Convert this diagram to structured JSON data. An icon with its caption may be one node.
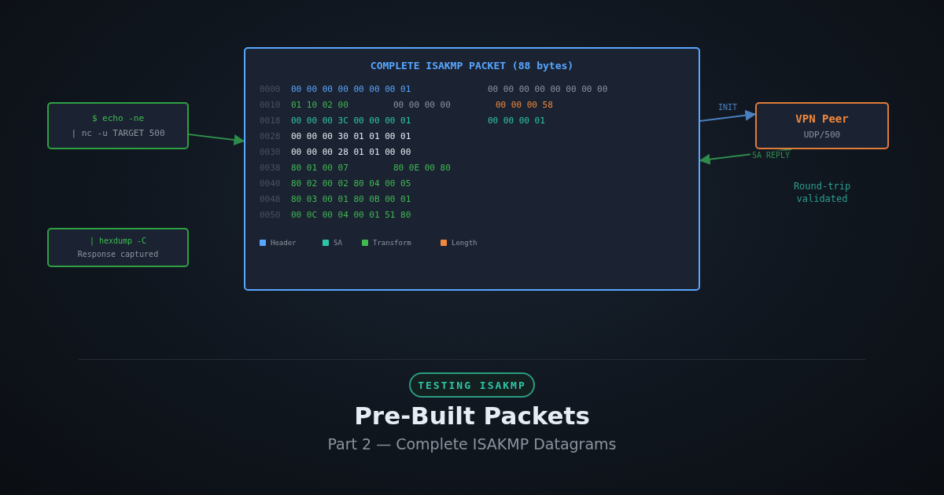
{
  "diagram": {
    "title": "Pre-Built Packets",
    "caption": "Part 2 — Complete ISAKMP Datagrams",
    "nodes": [
      {
        "text": [
          "$ echo -ne",
          "| nc -u TARGET 500"
        ]
      },
      {
        "text": [
          "| hexdump -C",
          "Response captured"
        ]
      },
      {
        "text": [
          "COMPLETE ISAKMP PACKET (88 bytes)"
        ]
      },
      {
        "text": [
          "VPN Peer",
          "UDP/500"
        ]
      },
      {
        "text": [
          "TESTING ISAKMP"
        ]
      }
    ],
    "edges": [
      {
        "from": 0,
        "to": 2,
        "arrow": "to",
        "color": "#2e8b4a"
      },
      {
        "from": 2,
        "to": 3,
        "arrow": "to",
        "label": "INIT",
        "color": "#4a7fc0"
      },
      {
        "from": 3,
        "to": 2,
        "arrow": "to",
        "label": "SA REPLY",
        "color": "#2e8b4a"
      }
    ],
    "labels": [
      "0000",
      "00 00 00 00 00 00 00 01",
      "00 00 00 00 00 00 00 00",
      "0010",
      "01 10 02 00",
      "00 00 00 00",
      "00 00 00 58",
      "0018",
      "00 00 00 3C 00 00 00 01",
      "00 00 00 01",
      "0028",
      "00 00 00 30 01 01 00 01",
      "0030",
      "00 00 00 28 01 01 00 00",
      "0038",
      "80 01 00 07",
      "80 0E 00 80",
      "0040",
      "80 02 00 02 80 04 00 05",
      "0048",
      "80 03 00 01 80 0B 00 01",
      "0050",
      "00 0C 00 04 00 01 51 80",
      "Round-trip validated"
    ],
    "legend": [
      {
        "text": "Header",
        "color": "#58a6ff"
      },
      {
        "text": "SA",
        "color": "#2fc4a8"
      },
      {
        "text": "Transform",
        "color": "#3fb950"
      },
      {
        "text": "Length",
        "color": "#f0883e"
      }
    ]
  }
}
